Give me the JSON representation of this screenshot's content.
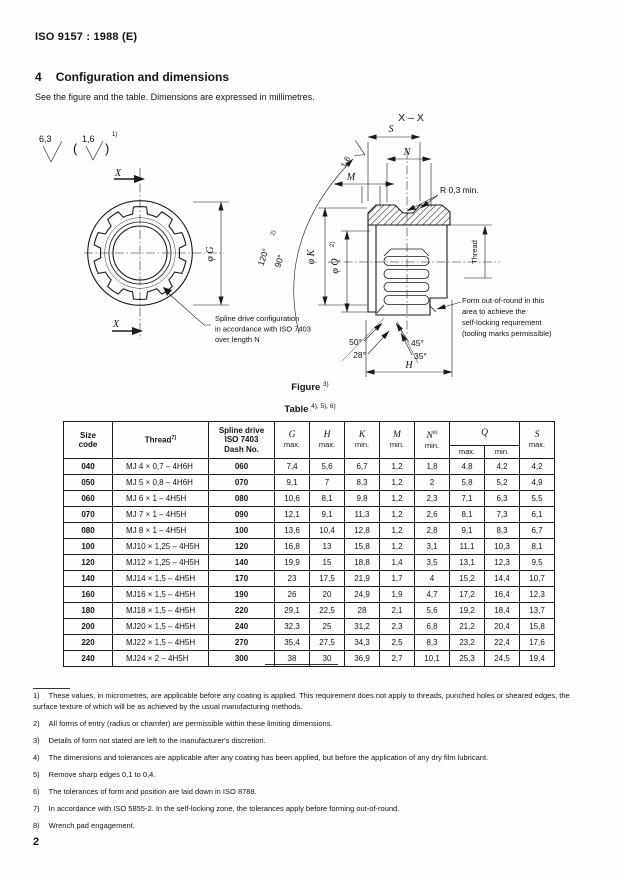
{
  "header": {
    "doc_ref": "ISO 9157 : 1988 (E)",
    "page_number": "2"
  },
  "section": {
    "number": "4",
    "title": "Configuration and dimensions",
    "intro": "See the figure and the table. Dimensions are expressed in millimetres."
  },
  "figure": {
    "caption": "Figure",
    "caption_sup": "3)",
    "labels": {
      "roughness_value_1": "6,3",
      "paren_open": "(",
      "roughness_value_2": "1,6",
      "paren_close": ")",
      "roughness_sup": "1)",
      "section_x": "X",
      "dia_g": "φ G",
      "spline_callout_1": "Spline drive configuration",
      "spline_callout_2": "in accordance with ISO 7403",
      "spline_callout_3": "over length N",
      "section_xx": "X – X",
      "dim_s": "S",
      "dim_n": "N",
      "dim_m": "M",
      "radius_note": "R 0,3 min.",
      "roughness_value_3": "1,6",
      "angle_120": "120°",
      "angle_120_sup": "2)",
      "angle_90": "90°",
      "dia_k": "φ K",
      "dia_q": "φ Q",
      "dia_q_sup": "2)",
      "thread_label": "Thread",
      "form_callout_1": "Form out-of-round in this",
      "form_callout_2": "area to achieve the",
      "form_callout_3": "self-locking requirement",
      "form_callout_4": "(tooling marks permissible)",
      "angle_50": "50°",
      "angle_28": "28°",
      "angle_45": "45°",
      "angle_35": "35°",
      "dim_h": "H"
    }
  },
  "table": {
    "caption": "Table",
    "caption_sup": "4), 5), 6)",
    "headers": {
      "size_line1": "Size",
      "size_line2": "code",
      "thread": "Thread",
      "thread_sup": "7)",
      "spline_1": "Spline drive",
      "spline_2": "ISO 7403",
      "spline_3": "Dash No.",
      "g": "G",
      "g_sub": "max.",
      "h": "H",
      "h_sub": "max.",
      "k": "K",
      "k_sub": "min.",
      "m": "M",
      "m_sub": "min.",
      "n": "N",
      "n_sup": "8)",
      "n_sub": "min.",
      "q": "Q",
      "q_sub1": "max.",
      "q_sub2": "min.",
      "s": "S",
      "s_sub": "max."
    },
    "rows": [
      [
        "040",
        "MJ 4 × 0,7 – 4H6H",
        "060",
        "7,4",
        "5,6",
        "6,7",
        "1,2",
        "1,8",
        "4,8",
        "4,2",
        "4,2"
      ],
      [
        "050",
        "MJ 5 × 0,8 – 4H6H",
        "070",
        "9,1",
        "7",
        "8,3",
        "1,2",
        "2",
        "5,8",
        "5,2",
        "4,9"
      ],
      [
        "060",
        "MJ 6 × 1 – 4H5H",
        "080",
        "10,6",
        "8,1",
        "9,8",
        "1,2",
        "2,3",
        "7,1",
        "6,3",
        "5,5"
      ],
      [
        "070",
        "MJ 7 × 1 – 4H5H",
        "090",
        "12,1",
        "9,1",
        "11,3",
        "1,2",
        "2,6",
        "8,1",
        "7,3",
        "6,1"
      ],
      [
        "080",
        "MJ 8 × 1 – 4H5H",
        "100",
        "13,6",
        "10,4",
        "12,8",
        "1,2",
        "2,8",
        "9,1",
        "8,3",
        "6,7"
      ],
      [
        "100",
        "MJ10 × 1,25 – 4H5H",
        "120",
        "16,8",
        "13",
        "15,8",
        "1,2",
        "3,1",
        "11,1",
        "10,3",
        "8,1"
      ],
      [
        "120",
        "MJ12 × 1,25 – 4H5H",
        "140",
        "19,9",
        "15",
        "18,8",
        "1,4",
        "3,5",
        "13,1",
        "12,3",
        "9,5"
      ],
      [
        "140",
        "MJ14 × 1,5 – 4H5H",
        "170",
        "23",
        "17,5",
        "21,9",
        "1,7",
        "4",
        "15,2",
        "14,4",
        "10,7"
      ],
      [
        "160",
        "MJ16 × 1,5 – 4H5H",
        "190",
        "26",
        "20",
        "24,9",
        "1,9",
        "4,7",
        "17,2",
        "16,4",
        "12,3"
      ],
      [
        "180",
        "MJ18 × 1,5 – 4H5H",
        "220",
        "29,1",
        "22,5",
        "28",
        "2,1",
        "5,6",
        "19,2",
        "18,4",
        "13,7"
      ],
      [
        "200",
        "MJ20 × 1,5 – 4H5H",
        "240",
        "32,3",
        "25",
        "31,2",
        "2,3",
        "6,8",
        "21,2",
        "20,4",
        "15,8"
      ],
      [
        "220",
        "MJ22 × 1,5 – 4H5H",
        "270",
        "35,4",
        "27,5",
        "34,3",
        "2,5",
        "8,3",
        "23,2",
        "22,4",
        "17,6"
      ],
      [
        "240",
        "MJ24 × 2 – 4H5H",
        "300",
        "38",
        "30",
        "36,9",
        "2,7",
        "10,1",
        "25,3",
        "24,5",
        "19,4"
      ]
    ]
  },
  "footnotes": [
    {
      "num": "1)",
      "text": "These values, in micrometres, are applicable before any coating is applied. This requirement does not apply to threads, punched holes or sheared edges, the surface texture of which will be as achieved by the usual manufacturing methods."
    },
    {
      "num": "2)",
      "text": "All forms of entry (radius or chamfer) are permissible within these limiting dimensions."
    },
    {
      "num": "3)",
      "text": "Details of form not stated are left to the manufacturer's discretion."
    },
    {
      "num": "4)",
      "text": "The dimensions and tolerances are applicable after any coating has been applied, but before the application of any dry film lubricant."
    },
    {
      "num": "5)",
      "text": "Remove sharp edges 0,1 to 0,4."
    },
    {
      "num": "6)",
      "text": "The tolerances of form and position are laid down in ISO 8788."
    },
    {
      "num": "7)",
      "text": "In accordance with ISO 5855-2. In the self-locking zone, the tolerances apply before forming out-of-round."
    },
    {
      "num": "8)",
      "text": "Wrench pad engagement."
    }
  ]
}
